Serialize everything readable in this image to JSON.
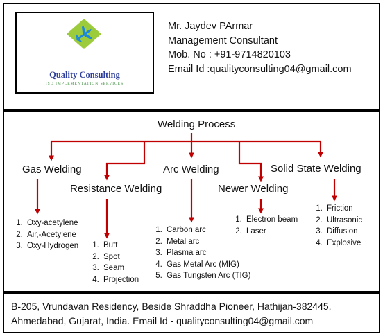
{
  "brand": {
    "name": "Quality Consulting",
    "tagline": "ISO IMPLEMENTATION SERVICES",
    "colors": {
      "diamond": "#9ccc3c",
      "plane": "#1e88d8",
      "name": "#2f3f9c",
      "tagline": "#3d8f3d",
      "arrows": "#c00000"
    }
  },
  "contact": {
    "name": "Mr. Jaydev PArmar",
    "title": "Management Consultant",
    "mobile": "Mob. No : +91-9714820103",
    "email": "Email Id :qualityconsulting04@gmail.com"
  },
  "diagram": {
    "root": "Welding Process",
    "gas": {
      "label": "Gas Welding",
      "items": [
        "Oxy-acetylene",
        "Air,-Acetylene",
        "Oxy-Hydrogen"
      ]
    },
    "resistance": {
      "label": "Resistance Welding",
      "items": [
        "Butt",
        "Spot",
        "Seam",
        "Projection"
      ]
    },
    "arc": {
      "label": "Arc Welding",
      "items": [
        "Carbon arc",
        "Metal arc",
        "Plasma arc",
        "Gas Metal Arc (MIG)",
        "Gas Tungsten Arc (TIG)"
      ]
    },
    "newer": {
      "label": "Newer Welding",
      "items": [
        "Electron beam",
        "Laser"
      ]
    },
    "solid": {
      "label": "Solid State Welding",
      "items": [
        "Friction",
        "Ultrasonic",
        "Diffusion",
        "Explosive"
      ]
    }
  },
  "footer": {
    "address": "B-205, Vrundavan Residency, Beside Shraddha Pioneer, Hathijan-382445, Ahmedabad, Gujarat, India. Email Id - qualityconsulting04@gmail.com"
  }
}
